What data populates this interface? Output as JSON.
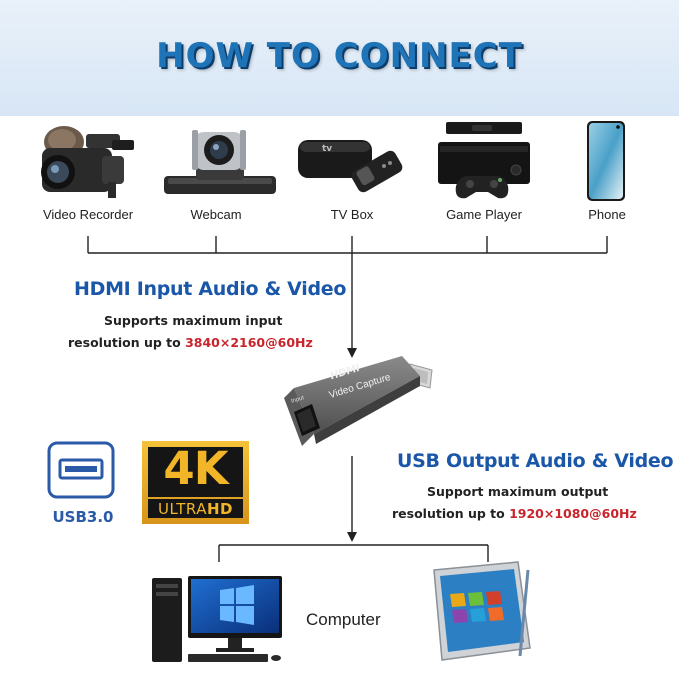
{
  "header": {
    "title": "HOW TO CONNECT"
  },
  "devices": [
    {
      "label": "Video Recorder",
      "icon": "video-recorder-icon"
    },
    {
      "label": "Webcam",
      "icon": "webcam-icon"
    },
    {
      "label": "TV Box",
      "icon": "tv-box-icon"
    },
    {
      "label": "Game Player",
      "icon": "game-console-icon"
    },
    {
      "label": "Phone",
      "icon": "phone-icon"
    }
  ],
  "input": {
    "heading": "HDMI Input Audio & Video",
    "line1": "Supports maximum input",
    "line2_prefix": "resolution up to ",
    "line2_value": "3840×2160@60Hz"
  },
  "adapter": {
    "brand": "HDMI",
    "label": "Video Capture",
    "port_label": "Input"
  },
  "output": {
    "heading": "USB Output Audio & Video",
    "line1": "Support maximum output",
    "line2_prefix": "resolution up to ",
    "line2_value": "1920×1080@60Hz"
  },
  "badges": {
    "usb": "USB3.0",
    "fourk_top": "4K",
    "fourk_ultra": "ULTRA",
    "fourk_hd": "HD"
  },
  "computer": {
    "label": "Computer"
  },
  "colors": {
    "title_blue": "#1f73b7",
    "heading_blue": "#1a57a8",
    "accent_red": "#c8242b",
    "gold": "#e8a818"
  }
}
